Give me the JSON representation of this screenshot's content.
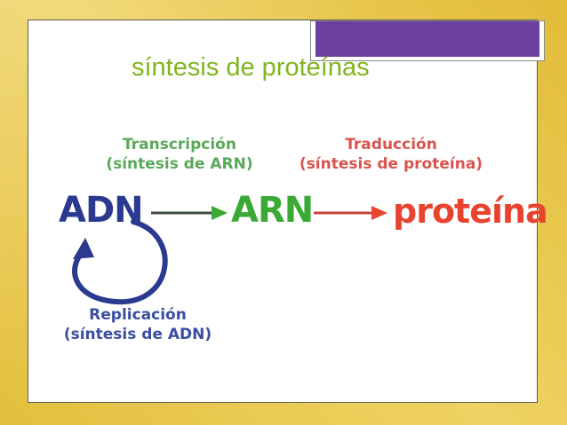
{
  "slide": {
    "title": "síntesis de proteínas"
  },
  "diagram": {
    "transcription": {
      "line1": "Transcripción",
      "line2": "(síntesis de ARN)"
    },
    "translation": {
      "line1": "Traducción",
      "line2": "(síntesis de proteína)"
    },
    "replication": {
      "line1": "Replicación",
      "line2": "(síntesis de ADN)"
    },
    "nodes": {
      "dna": "ADN",
      "rna": "ARN",
      "protein": "proteína"
    }
  },
  "colors": {
    "background": "#e9c84c",
    "accent_tab": "#6b3fa0",
    "title": "#7fb51e",
    "dna": "#2b3a8f",
    "rna": "#3aaa35",
    "protein": "#e8432f"
  }
}
